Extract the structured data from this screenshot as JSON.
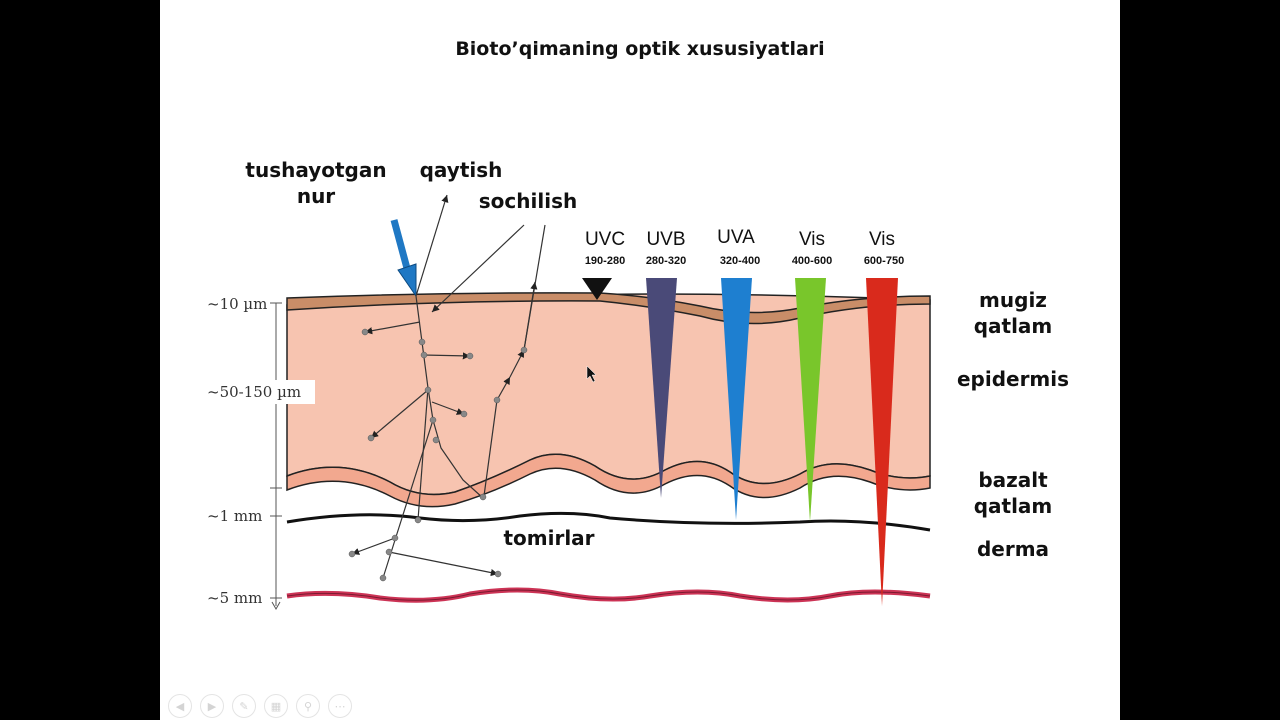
{
  "slide": {
    "title": "Bioto’qimaning optik xususiyatlari"
  },
  "labels": {
    "incident_1": "tushayotgan",
    "incident_2": "nur",
    "reflection": "qaytish",
    "scattering": "sochilish",
    "stratum_1": "mugiz",
    "stratum_2": "qatlam",
    "epidermis": "epidermis",
    "basal_1": "bazalt",
    "basal_2": "qatlam",
    "vessels": "tomirlar",
    "dermis": "derma"
  },
  "depths": {
    "d1": "~10 µm",
    "d2": "~50-150 µm",
    "d3": "~1 mm",
    "d4": "~5 mm"
  },
  "bands": [
    {
      "name": "UVC",
      "range": "190-280",
      "color": "#111111"
    },
    {
      "name": "UVB",
      "range": "280-320",
      "color": "#4a4a78"
    },
    {
      "name": "UVA",
      "range": "320-400",
      "color": "#1e7fd0"
    },
    {
      "name": "Vis",
      "range": "400-600",
      "color": "#79c62b"
    },
    {
      "name": "Vis",
      "range": "600-750",
      "color": "#d92a1c"
    }
  ],
  "colors": {
    "stratum": "#c98d68",
    "epidermis": "#f7c4b0",
    "basal": "#f2a88f",
    "vessel": "#cc3355",
    "incident_arrow": "#1f78c4"
  },
  "toolbar": {
    "icons": [
      "prev-icon",
      "next-icon",
      "pen-icon",
      "slides-icon",
      "zoom-icon",
      "more-icon"
    ]
  }
}
